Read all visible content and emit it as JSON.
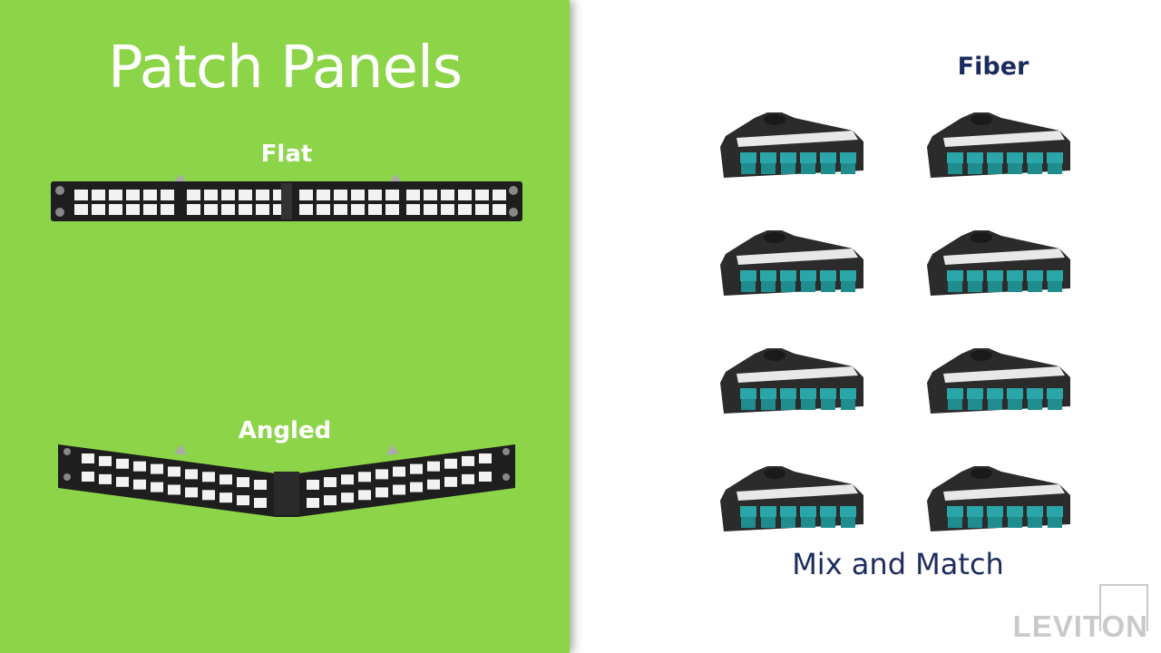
{
  "title": "Patch Panels",
  "flat_label": "Flat",
  "angled_label": "Angled",
  "fiber_label": "Fiber",
  "mix_label": "Mix and Match",
  "brand": "LEVITON",
  "colors": {
    "green_bg": "#8cd448",
    "navy_text": "#1b2b5e",
    "aqua_port": "#2ba6a8",
    "panel_black": "#1e1e1e",
    "logo_gray": "#c9c9c9"
  },
  "cassettes": {
    "count": 8,
    "ports_per_cassette": 6
  }
}
